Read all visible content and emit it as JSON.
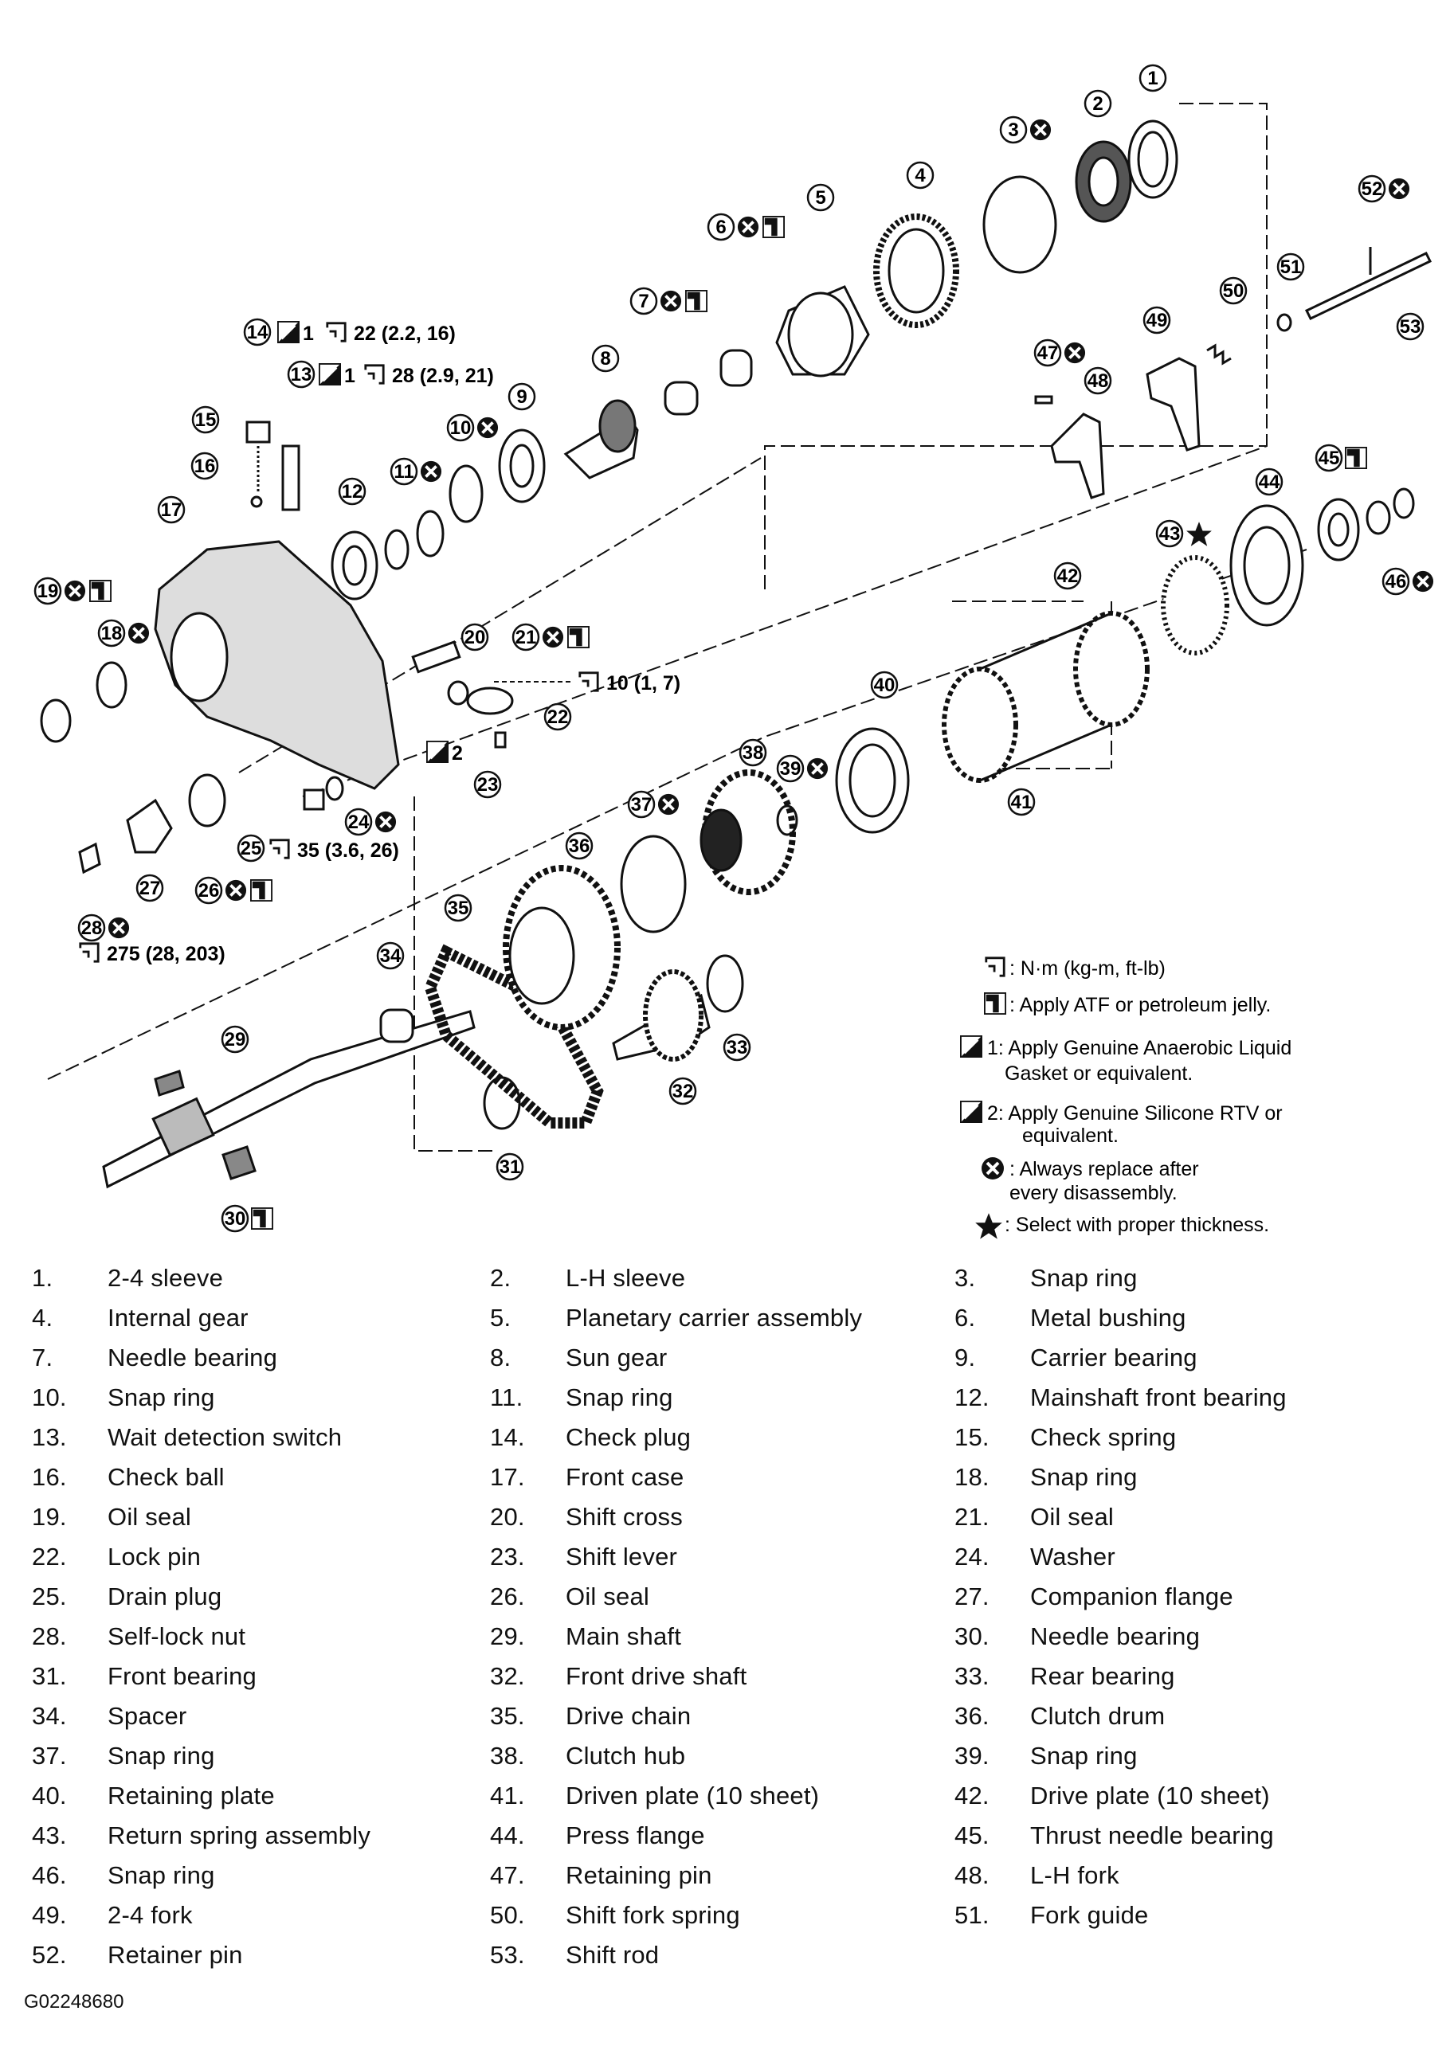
{
  "diagram": {
    "callouts": [
      {
        "num": "1",
        "sym": ""
      },
      {
        "num": "2",
        "sym": ""
      },
      {
        "num": "3",
        "sym": "X"
      },
      {
        "num": "4",
        "sym": ""
      },
      {
        "num": "5",
        "sym": ""
      },
      {
        "num": "6",
        "sym": "XA"
      },
      {
        "num": "7",
        "sym": "XA"
      },
      {
        "num": "8",
        "sym": ""
      },
      {
        "num": "9",
        "sym": ""
      },
      {
        "num": "10",
        "sym": "X"
      },
      {
        "num": "11",
        "sym": "X"
      },
      {
        "num": "12",
        "sym": ""
      },
      {
        "num": "13",
        "sym": ""
      },
      {
        "num": "14",
        "sym": ""
      },
      {
        "num": "15",
        "sym": ""
      },
      {
        "num": "16",
        "sym": ""
      },
      {
        "num": "17",
        "sym": ""
      },
      {
        "num": "18",
        "sym": "X"
      },
      {
        "num": "19",
        "sym": "XA"
      },
      {
        "num": "20",
        "sym": ""
      },
      {
        "num": "21",
        "sym": "XA"
      },
      {
        "num": "22",
        "sym": ""
      },
      {
        "num": "23",
        "sym": ""
      },
      {
        "num": "24",
        "sym": "X"
      },
      {
        "num": "25",
        "sym": ""
      },
      {
        "num": "26",
        "sym": "XA"
      },
      {
        "num": "27",
        "sym": ""
      },
      {
        "num": "28",
        "sym": "X"
      },
      {
        "num": "29",
        "sym": ""
      },
      {
        "num": "30",
        "sym": "A"
      },
      {
        "num": "31",
        "sym": ""
      },
      {
        "num": "32",
        "sym": ""
      },
      {
        "num": "33",
        "sym": ""
      },
      {
        "num": "34",
        "sym": ""
      },
      {
        "num": "35",
        "sym": ""
      },
      {
        "num": "36",
        "sym": ""
      },
      {
        "num": "37",
        "sym": "X"
      },
      {
        "num": "38",
        "sym": ""
      },
      {
        "num": "39",
        "sym": "X"
      },
      {
        "num": "40",
        "sym": ""
      },
      {
        "num": "41",
        "sym": ""
      },
      {
        "num": "42",
        "sym": ""
      },
      {
        "num": "43",
        "sym": "S"
      },
      {
        "num": "44",
        "sym": ""
      },
      {
        "num": "45",
        "sym": "A"
      },
      {
        "num": "46",
        "sym": "X"
      },
      {
        "num": "47",
        "sym": "X"
      },
      {
        "num": "48",
        "sym": ""
      },
      {
        "num": "49",
        "sym": ""
      },
      {
        "num": "50",
        "sym": ""
      },
      {
        "num": "51",
        "sym": ""
      },
      {
        "num": "52",
        "sym": "X"
      },
      {
        "num": "53",
        "sym": ""
      }
    ],
    "sealant_marks": {
      "m14": "1",
      "m13": "1",
      "m2": "2"
    },
    "torques": {
      "t14": "22 (2.2, 16)",
      "t13": "28 (2.9, 21)",
      "t21": "10 (1, 7)",
      "t25": "35 (3.6, 26)",
      "t28": "275 (28, 203)"
    },
    "legend": {
      "torque_unit": ": N·m (kg-m, ft-lb)",
      "apply_atf": ": Apply ATF or petroleum jelly.",
      "sealant1_a": "1: Apply Genuine Anaerobic Liquid",
      "sealant1_b": "Gasket or equivalent.",
      "sealant2_a": "2: Apply Genuine Silicone RTV or",
      "sealant2_b": "equivalent.",
      "replace_a": ": Always replace after",
      "replace_b": "every disassembly.",
      "select": ": Select with proper thickness."
    }
  },
  "parts": {
    "col1": [
      {
        "num": "1.",
        "name": "2-4 sleeve"
      },
      {
        "num": "4.",
        "name": "Internal gear"
      },
      {
        "num": "7.",
        "name": "Needle bearing"
      },
      {
        "num": "10.",
        "name": "Snap ring"
      },
      {
        "num": "13.",
        "name": "Wait detection switch"
      },
      {
        "num": "16.",
        "name": "Check ball"
      },
      {
        "num": "19.",
        "name": "Oil seal"
      },
      {
        "num": "22.",
        "name": "Lock pin"
      },
      {
        "num": "25.",
        "name": "Drain plug"
      },
      {
        "num": "28.",
        "name": "Self-lock nut"
      },
      {
        "num": "31.",
        "name": "Front bearing"
      },
      {
        "num": "34.",
        "name": "Spacer"
      },
      {
        "num": "37.",
        "name": "Snap ring"
      },
      {
        "num": "40.",
        "name": "Retaining plate"
      },
      {
        "num": "43.",
        "name": "Return spring assembly"
      },
      {
        "num": "46.",
        "name": "Snap ring"
      },
      {
        "num": "49.",
        "name": "2-4 fork"
      },
      {
        "num": "52.",
        "name": "Retainer pin"
      }
    ],
    "col2": [
      {
        "num": "2.",
        "name": "L-H sleeve"
      },
      {
        "num": "5.",
        "name": "Planetary carrier assembly"
      },
      {
        "num": "8.",
        "name": "Sun gear"
      },
      {
        "num": "11.",
        "name": "Snap ring"
      },
      {
        "num": "14.",
        "name": "Check plug"
      },
      {
        "num": "17.",
        "name": "Front case"
      },
      {
        "num": "20.",
        "name": "Shift cross"
      },
      {
        "num": "23.",
        "name": "Shift lever"
      },
      {
        "num": "26.",
        "name": "Oil seal"
      },
      {
        "num": "29.",
        "name": "Main shaft"
      },
      {
        "num": "32.",
        "name": "Front drive shaft"
      },
      {
        "num": "35.",
        "name": "Drive chain"
      },
      {
        "num": "38.",
        "name": "Clutch hub"
      },
      {
        "num": "41.",
        "name": "Driven plate (10 sheet)"
      },
      {
        "num": "44.",
        "name": "Press flange"
      },
      {
        "num": "47.",
        "name": "Retaining pin"
      },
      {
        "num": "50.",
        "name": "Shift fork spring"
      },
      {
        "num": "53.",
        "name": "Shift rod"
      }
    ],
    "col3": [
      {
        "num": "3.",
        "name": "Snap ring"
      },
      {
        "num": "6.",
        "name": "Metal bushing"
      },
      {
        "num": "9.",
        "name": "Carrier bearing"
      },
      {
        "num": "12.",
        "name": "Mainshaft front bearing"
      },
      {
        "num": "15.",
        "name": "Check spring"
      },
      {
        "num": "18.",
        "name": "Snap ring"
      },
      {
        "num": "21.",
        "name": "Oil seal"
      },
      {
        "num": "24.",
        "name": "Washer"
      },
      {
        "num": "27.",
        "name": "Companion flange"
      },
      {
        "num": "30.",
        "name": "Needle bearing"
      },
      {
        "num": "33.",
        "name": "Rear bearing"
      },
      {
        "num": "36.",
        "name": "Clutch drum"
      },
      {
        "num": "39.",
        "name": "Snap ring"
      },
      {
        "num": "42.",
        "name": "Drive plate (10 sheet)"
      },
      {
        "num": "45.",
        "name": "Thrust needle bearing"
      },
      {
        "num": "48.",
        "name": "L-H fork"
      },
      {
        "num": "51.",
        "name": "Fork guide"
      }
    ]
  },
  "figure_id": "G02248680"
}
